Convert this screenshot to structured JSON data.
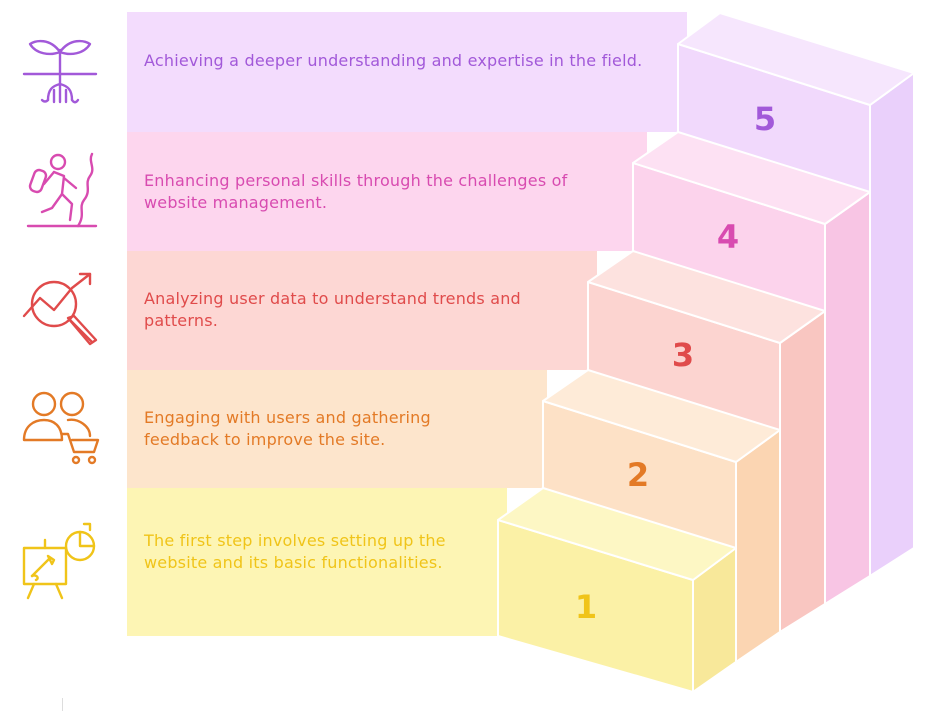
{
  "steps": [
    {
      "number": "1",
      "text": "The first step involves setting up the website and its basic functionalities.",
      "color": "#f0c419",
      "band": "#fdf5b4",
      "front": "#fbf1a6",
      "top": "#fdf7c4",
      "side": "#f8e89a",
      "icon": "easel-chart-icon"
    },
    {
      "number": "2",
      "text": "Engaging with users and gathering feedback to improve the site.",
      "color": "#e37a26",
      "band": "#fde5cc",
      "front": "#fde1c6",
      "top": "#feebd8",
      "side": "#fbd5b2",
      "icon": "users-cart-icon"
    },
    {
      "number": "3",
      "text": "Analyzing user data to understand trends and patterns.",
      "color": "#e04b4b",
      "band": "#fdd7d4",
      "front": "#fcd4d0",
      "top": "#fde2df",
      "side": "#f9c6c1",
      "icon": "trend-magnifier-icon"
    },
    {
      "number": "4",
      "text": "Enhancing personal skills through the challenges of website management.",
      "color": "#d84bb0",
      "band": "#fdd6ee",
      "front": "#fcd3ec",
      "top": "#fde1f3",
      "side": "#f8c5e4",
      "icon": "climber-icon"
    },
    {
      "number": "5",
      "text": "Achieving a deeper understanding and expertise in the field.",
      "color": "#a259d9",
      "band": "#f3dcfd",
      "front": "#f1d9fc",
      "top": "#f6e6fd",
      "side": "#ead0fb",
      "icon": "sprout-roots-icon"
    }
  ]
}
